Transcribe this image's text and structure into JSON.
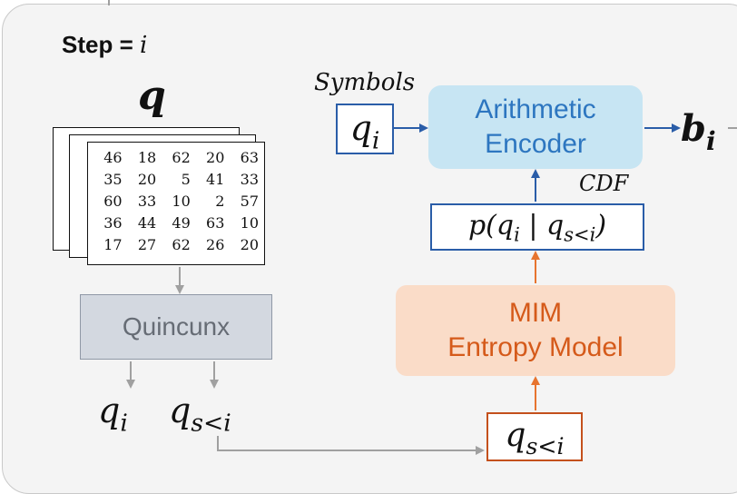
{
  "step": {
    "label": "Step = ",
    "var": "i"
  },
  "tensor_label": "q",
  "matrix": {
    "rows": [
      [
        "46",
        "18",
        "62",
        "20",
        "63"
      ],
      [
        "35",
        "20",
        "5",
        "41",
        "33"
      ],
      [
        "60",
        "33",
        "10",
        "2",
        "57"
      ],
      [
        "36",
        "44",
        "49",
        "63",
        "10"
      ],
      [
        "17",
        "27",
        "62",
        "26",
        "20"
      ]
    ]
  },
  "quincunx": {
    "label": "Quincunx"
  },
  "outputs": {
    "q_i": {
      "base": "q",
      "sub": "i"
    },
    "q_s": {
      "base": "q",
      "sub": "s<i"
    }
  },
  "symbols_label": "Symbols",
  "symbol_box": {
    "base": "q",
    "sub": "i"
  },
  "encoder": {
    "line1": "Arithmetic",
    "line2": "Encoder"
  },
  "bitstream": {
    "base": "b",
    "sub": "i"
  },
  "cdf_label": "CDF",
  "prob": {
    "open": "p(",
    "q1": "q",
    "s1": "i",
    "bar": " | ",
    "q2": "q",
    "s2": "s<i",
    "close": ")"
  },
  "entropy_model": {
    "line1": "MIM",
    "line2": "Entropy Model"
  },
  "context_box": {
    "base": "q",
    "sub": "s<i"
  },
  "colors": {
    "blue": "#2a5da8",
    "orange": "#e7742f",
    "gray": "#a0a0a0",
    "encoder_fill": "#c7e5f3",
    "mim_fill": "#fadcc8",
    "quincunx_fill": "#d3d8e0"
  }
}
